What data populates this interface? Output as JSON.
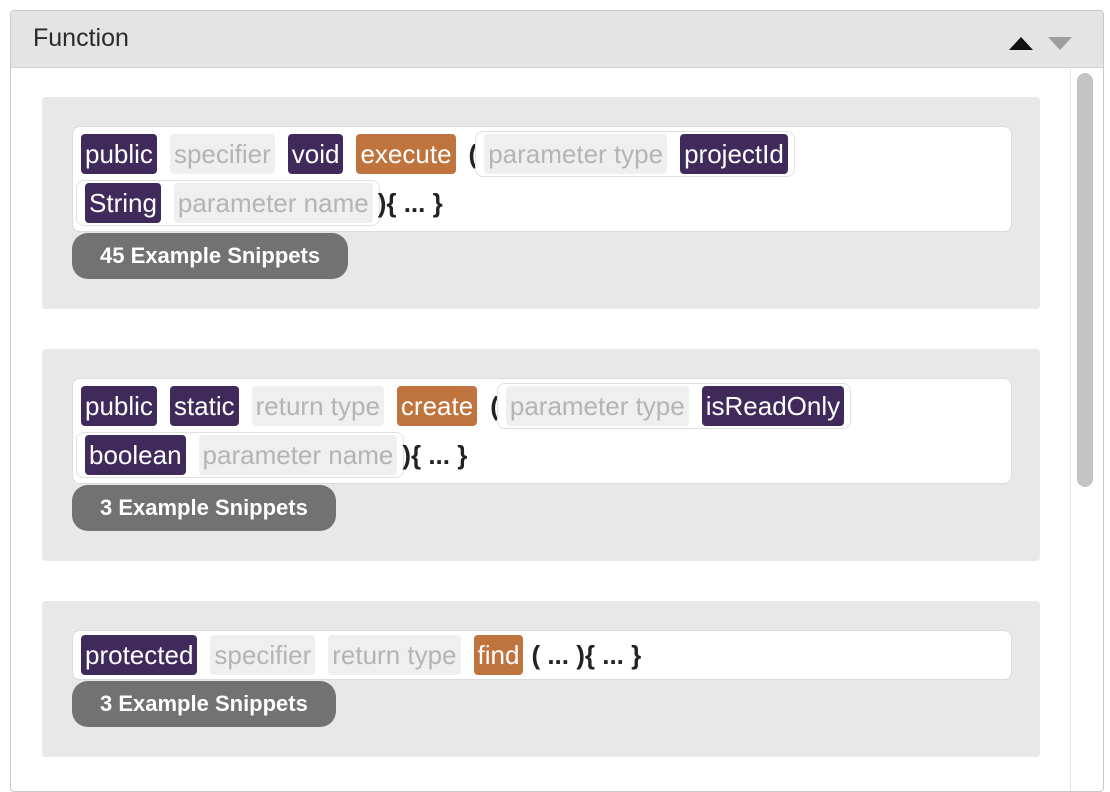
{
  "panel": {
    "title": "Function"
  },
  "cards": [
    {
      "line1": {
        "t1": "public",
        "t2": "specifier",
        "t3": "void",
        "t4": "execute",
        "paren": "(",
        "p1": "parameter type",
        "p2": "projectId"
      },
      "line2": {
        "p3": "String",
        "p4": "parameter name",
        "tail": "){ ... }"
      },
      "snippets": "45 Example Snippets"
    },
    {
      "line1": {
        "t1": "public",
        "t2": "static",
        "t3": "return type",
        "t4": "create",
        "paren": "(",
        "p1": "parameter type",
        "p2": "isReadOnly"
      },
      "line2": {
        "p3": "boolean",
        "p4": "parameter name",
        "tail": "){ ... }"
      },
      "snippets": "3 Example Snippets"
    },
    {
      "line1": {
        "t1": "protected",
        "t2": "specifier",
        "t3": "return type",
        "t4": "find",
        "tail": "( ... ){ ... }"
      },
      "snippets": "3 Example Snippets"
    }
  ],
  "colors": {
    "keyword": "#3f2a5b",
    "method": "#c0743d",
    "placeholder_bg": "#efefef",
    "button": "#727272"
  },
  "icons": [
    "collapse-up-icon",
    "expand-down-icon"
  ]
}
